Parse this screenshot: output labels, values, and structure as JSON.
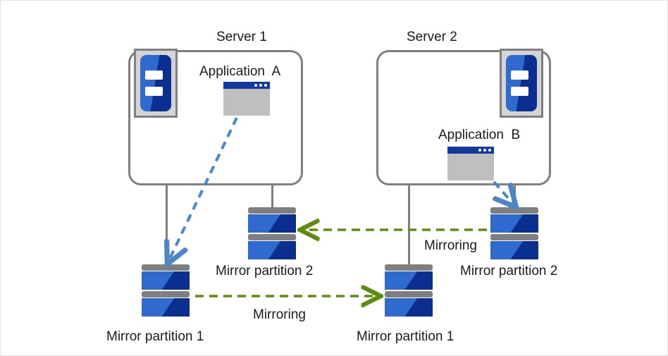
{
  "diagram": {
    "title_server1": "Server 1",
    "title_server2": "Server 2",
    "app_a": "Application  A",
    "app_b": "Application  B",
    "mirror_partition_1_left": "Mirror partition 1",
    "mirror_partition_1_right": "Mirror partition 1",
    "mirror_partition_2_left": "Mirror partition 2",
    "mirror_partition_2_right": "Mirror partition 2",
    "mirroring_bottom": "Mirroring",
    "mirroring_top": "Mirroring",
    "colors": {
      "server_box_border": "#7f7f7f",
      "icon_blue_light": "#2f6ad1",
      "icon_blue_dark": "#0b2f91",
      "icon_frame_gray": "#d4d4d4",
      "app_titlebar": "#123a9c",
      "app_body": "#bfbfbf",
      "mirroring_arrow_green": "#5f8c12",
      "access_arrow_blue": "#4a86c8",
      "page_border": "#e2e2e2",
      "text": "#1a1a1a"
    },
    "icons": {
      "server": "server-icon",
      "application_window": "application-window-icon",
      "disk": "disk-stack-icon"
    }
  }
}
